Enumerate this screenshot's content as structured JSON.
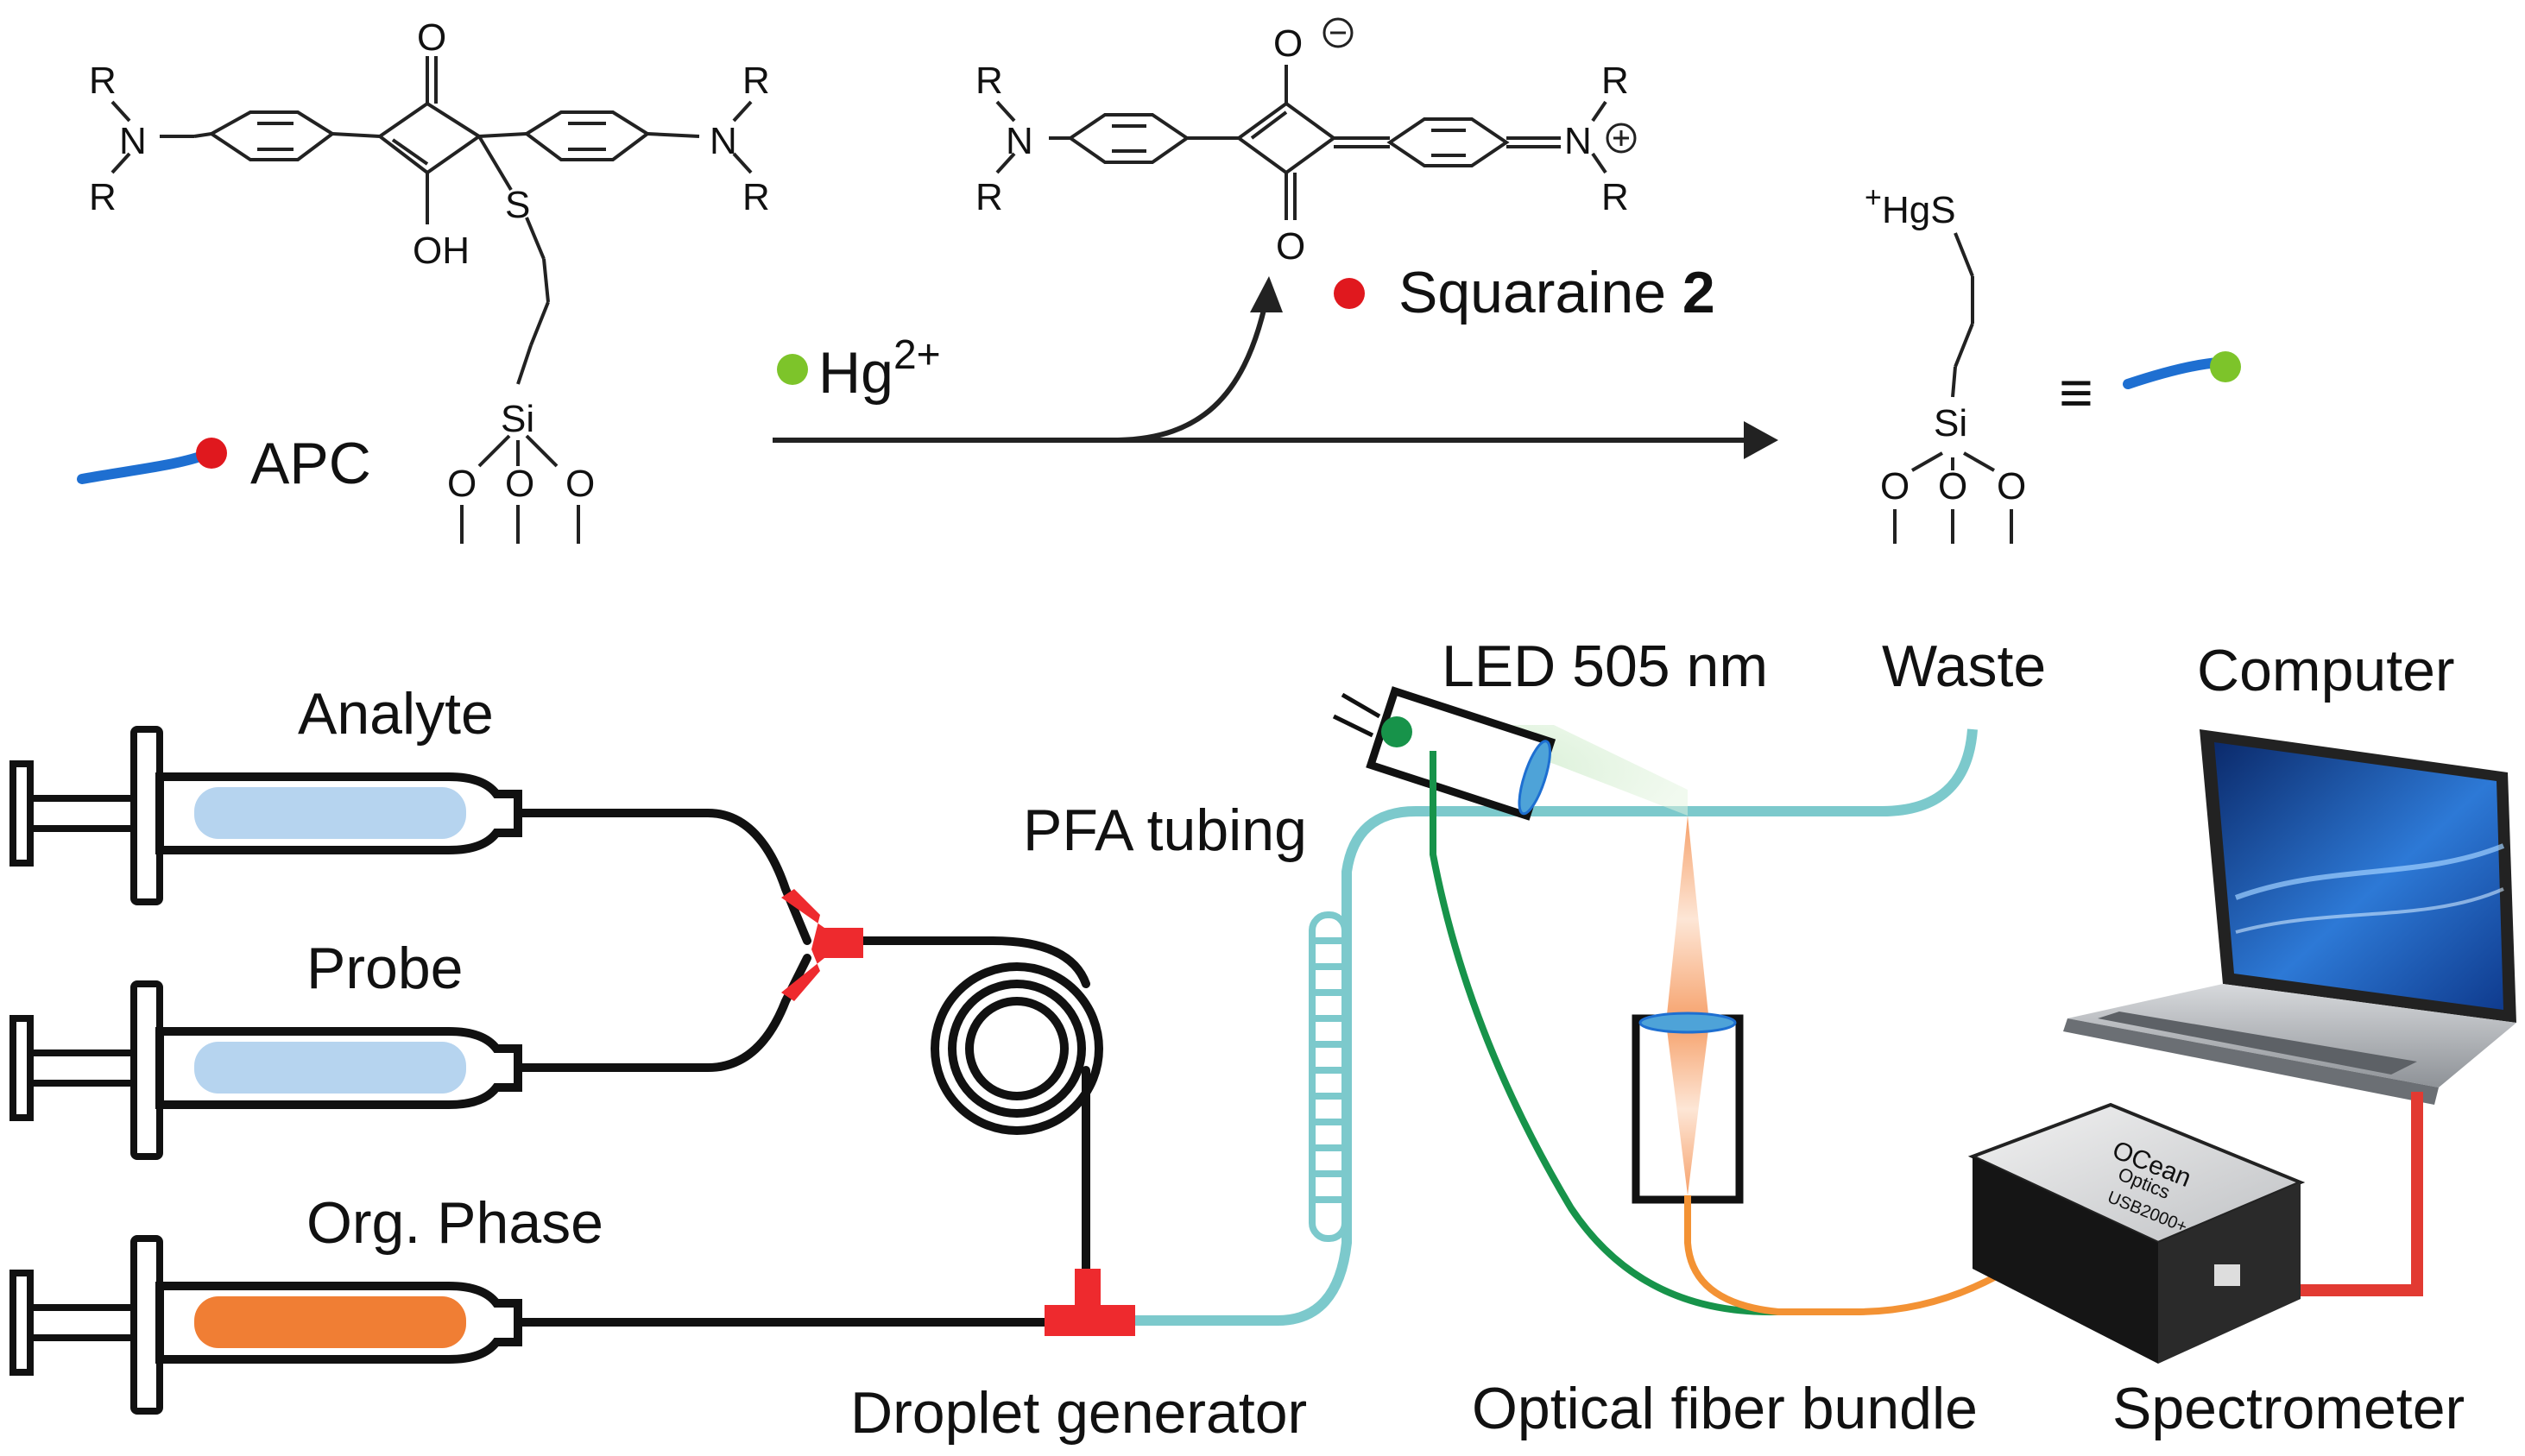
{
  "reaction": {
    "apc_label": "APC",
    "reagent_label": "Hg",
    "reagent_charge": "2+",
    "product_label": "Squaraine ",
    "product_number": "2",
    "equiv_symbol": "≡",
    "atoms": {
      "R": "R",
      "N": "N",
      "O": "O",
      "OH": "OH",
      "S": "S",
      "Si": "Si",
      "HgS": "HgS",
      "plus": "+",
      "minus": "−"
    }
  },
  "setup": {
    "syringes": [
      "Analyte",
      "Probe",
      "Org. Phase"
    ],
    "droplet_generator": "Droplet generator",
    "tubing": "PFA tubing",
    "led": "LED 505 nm",
    "waste": "Waste",
    "computer": "Computer",
    "fiber": "Optical fiber bundle",
    "spectrometer": "Spectrometer",
    "spectrometer_brand_1": "OCean",
    "spectrometer_brand_2": "Optics",
    "spectrometer_model": "USB2000+"
  },
  "colors": {
    "red_marker": "#e0181e",
    "green_marker": "#7dc42a",
    "blue_chain": "#1e6fd1",
    "tubing_teal": "#7cc9cc",
    "connector_red": "#ee2a2e",
    "analyte_fill": "#b6d4ef",
    "orange_fill": "#f07e34",
    "fiber_green": "#17934a",
    "fiber_orange": "#f39234",
    "laptop_cable": "#e23a32"
  }
}
